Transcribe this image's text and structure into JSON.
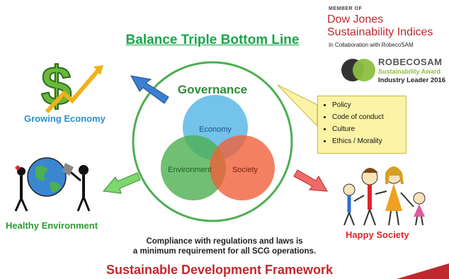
{
  "title": "Balance Triple Bottom Line",
  "center": {
    "governance": "Governance",
    "economy": "Economy",
    "environment": "Environment",
    "society": "Society"
  },
  "callout": {
    "items": [
      "Policy",
      "Code of conduct",
      "Culture",
      "Ethics / Morality"
    ]
  },
  "dow_jones": {
    "member": "MEMBER OF",
    "name": "Dow Jones",
    "indices": "Sustainability Indices",
    "collab": "In Collaboration with RobecoSAM"
  },
  "robecosam": {
    "name": "ROBECOSAM",
    "award": "Sustainability Award",
    "leader": "Industry Leader 2016"
  },
  "labels": {
    "growing": "Growing Economy",
    "healthy": "Healthy Environment",
    "happy": "Happy Society"
  },
  "compliance": {
    "line1": "Compliance with regulations and laws is",
    "line2": "a minimum requirement for all SCG operations."
  },
  "footer": "Sustainable Development Framework",
  "colors": {
    "title": "#1aa64a",
    "economy": "#5bb8e8",
    "environment": "#4caf50",
    "society": "#f0603a",
    "ring": "#4caf50",
    "footer": "#c0282e"
  }
}
